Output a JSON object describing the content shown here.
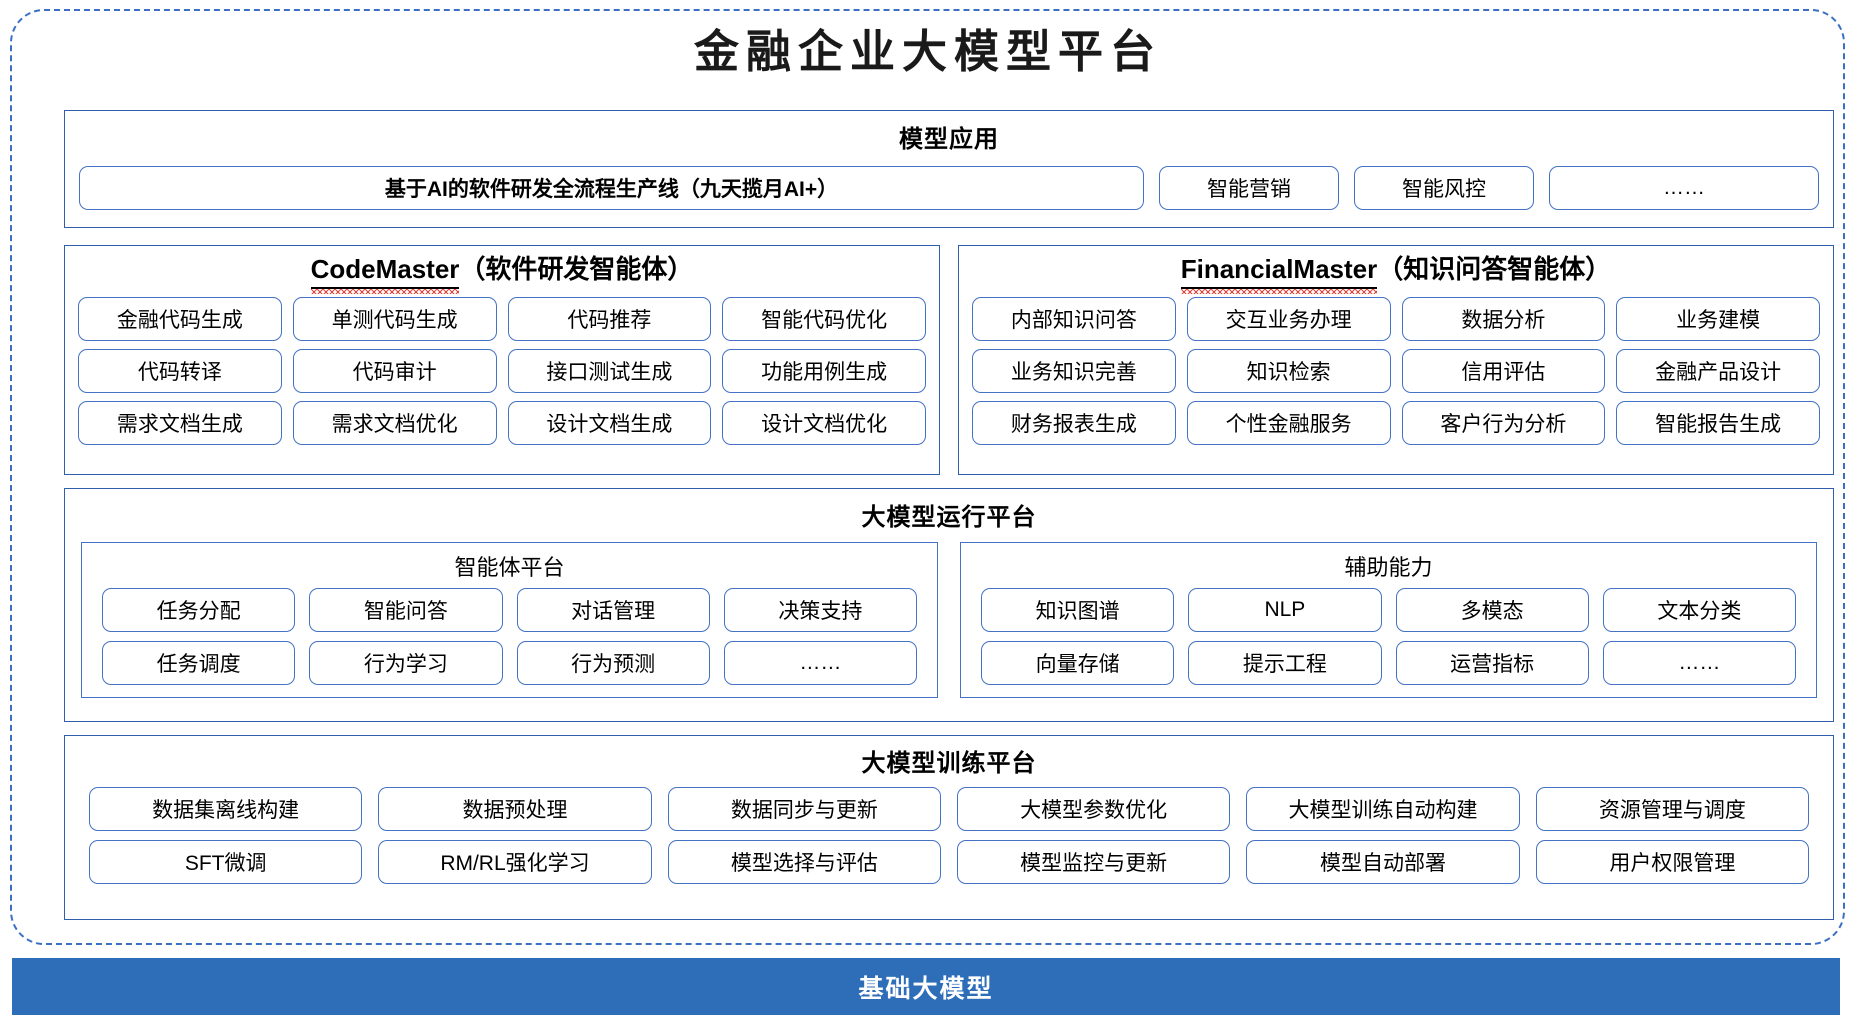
{
  "page": {
    "title": "金融企业大模型平台"
  },
  "model_application": {
    "title": "模型应用",
    "items": [
      "基于AI的软件研发全流程生产线（九天揽月AI+）",
      "智能营销",
      "智能风控",
      "……"
    ]
  },
  "agents": [
    {
      "name_en": "CodeMaster",
      "name_cn": "（软件研发智能体）",
      "spellcheck_underline": true,
      "items": [
        "金融代码生成",
        "单测代码生成",
        "代码推荐",
        "智能代码优化",
        "代码转译",
        "代码审计",
        "接口测试生成",
        "功能用例生成",
        "需求文档生成",
        "需求文档优化",
        "设计文档生成",
        "设计文档优化"
      ]
    },
    {
      "name_en": "FinancialMaster",
      "name_cn": "（知识问答智能体）",
      "spellcheck_underline": true,
      "items": [
        "内部知识问答",
        "交互业务办理",
        "数据分析",
        "业务建模",
        "业务知识完善",
        "知识检索",
        "信用评估",
        "金融产品设计",
        "财务报表生成",
        "个性金融服务",
        "客户行为分析",
        "智能报告生成"
      ]
    }
  ],
  "runtime_platform": {
    "title": "大模型运行平台",
    "groups": [
      {
        "title": "智能体平台",
        "items": [
          "任务分配",
          "智能问答",
          "对话管理",
          "决策支持",
          "任务调度",
          "行为学习",
          "行为预测",
          "……"
        ]
      },
      {
        "title": "辅助能力",
        "items": [
          "知识图谱",
          "NLP",
          "多模态",
          "文本分类",
          "向量存储",
          "提示工程",
          "运营指标",
          "……"
        ]
      }
    ]
  },
  "training_platform": {
    "title": "大模型训练平台",
    "items": [
      "数据集离线构建",
      "数据预处理",
      "数据同步与更新",
      "大模型参数优化",
      "大模型训练自动构建",
      "资源管理与调度",
      "SFT微调",
      "RM/RL强化学习",
      "模型选择与评估",
      "模型监控与更新",
      "模型自动部署",
      "用户权限管理"
    ]
  },
  "base_model": {
    "label": "基础大模型"
  },
  "colors": {
    "accent_blue": "#2e6eb8",
    "pill_border": "#4472c4",
    "section_border": "#2f5fa8",
    "dashed_frame": "#3a6fc4",
    "spellcheck_red": "#e8443a"
  }
}
